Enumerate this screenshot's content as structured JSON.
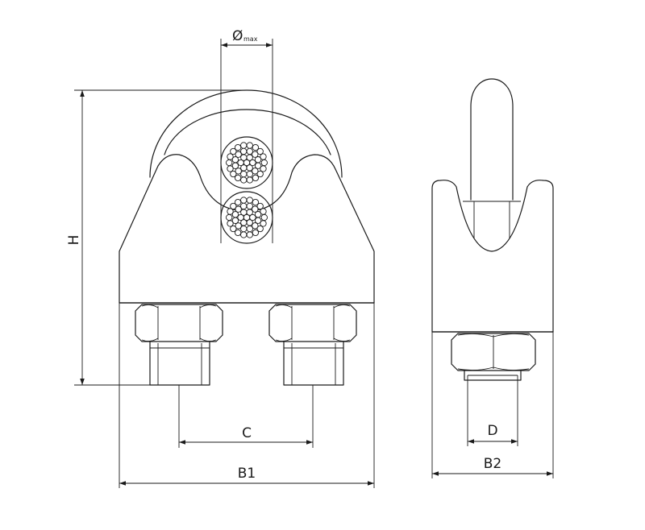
{
  "labels": {
    "diameter_symbol": "Ø",
    "diameter_sub": "max",
    "height": "H",
    "center_distance": "C",
    "width_front": "B1",
    "width_side": "B2",
    "thread_diameter": "D"
  },
  "icons": [
    "arrow-head"
  ],
  "colors": {
    "line": "#1a1a1a",
    "background": "#ffffff"
  }
}
